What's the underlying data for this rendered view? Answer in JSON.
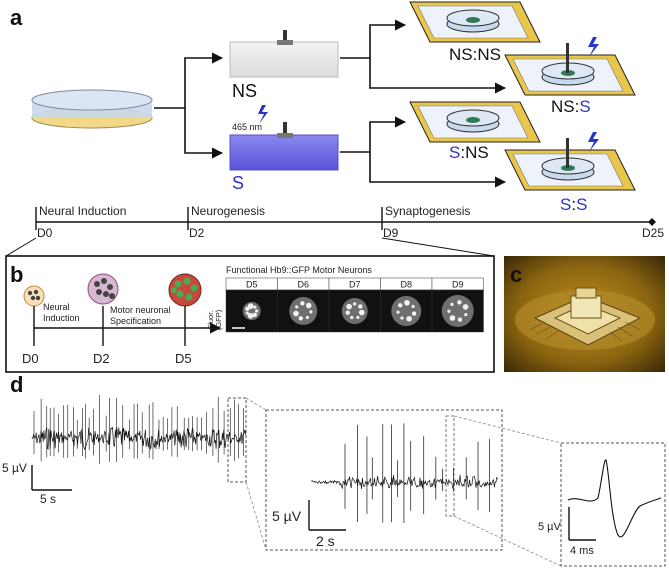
{
  "panels": {
    "a": "a",
    "b": "b",
    "c": "c",
    "d": "d"
  },
  "panel_a": {
    "ns_label": "NS",
    "s_label": "S",
    "wavelength": "465 nm",
    "conditions": [
      {
        "pre": "NS",
        "sep": ":",
        "post": "NS"
      },
      {
        "pre": "NS",
        "sep": ":",
        "post": "S"
      },
      {
        "pre": "S",
        "sep": ":",
        "post": "NS"
      },
      {
        "pre": "S",
        "sep": ":",
        "post": "S"
      }
    ],
    "timeline": {
      "stages": [
        "Neural Induction",
        "Neurogenesis",
        "Synaptogenesis"
      ],
      "days": [
        "D0",
        "D2",
        "D9",
        "D25"
      ]
    }
  },
  "panel_b": {
    "steps": [
      "Neural\nInduction",
      "Motor neuronal\nSpecification"
    ],
    "step1_line1": "Neural",
    "step1_line2": "Induction",
    "step2_line1": "Motor neuronal",
    "step2_line2": "Specification",
    "days": [
      "D0",
      "D2",
      "D5"
    ],
    "title": "Functional Hb9::GFP Motor Neurons",
    "ylabel_line1": "Fluor.",
    "ylabel_line2": "(GFP)",
    "columns": [
      "D5",
      "D6",
      "D7",
      "D8",
      "D9"
    ]
  },
  "panel_d": {
    "trace1": {
      "ylabel": "5 µV",
      "xlabel": "5 s"
    },
    "trace2": {
      "ylabel": "5 µV",
      "xlabel": "2 s"
    },
    "trace3": {
      "ylabel": "5 µV",
      "xlabel": "4 ms"
    }
  },
  "colors": {
    "stim_blue": "#2b33c9",
    "electrode_gold": "#e8c64a",
    "chip_photo": "#b8860b"
  }
}
